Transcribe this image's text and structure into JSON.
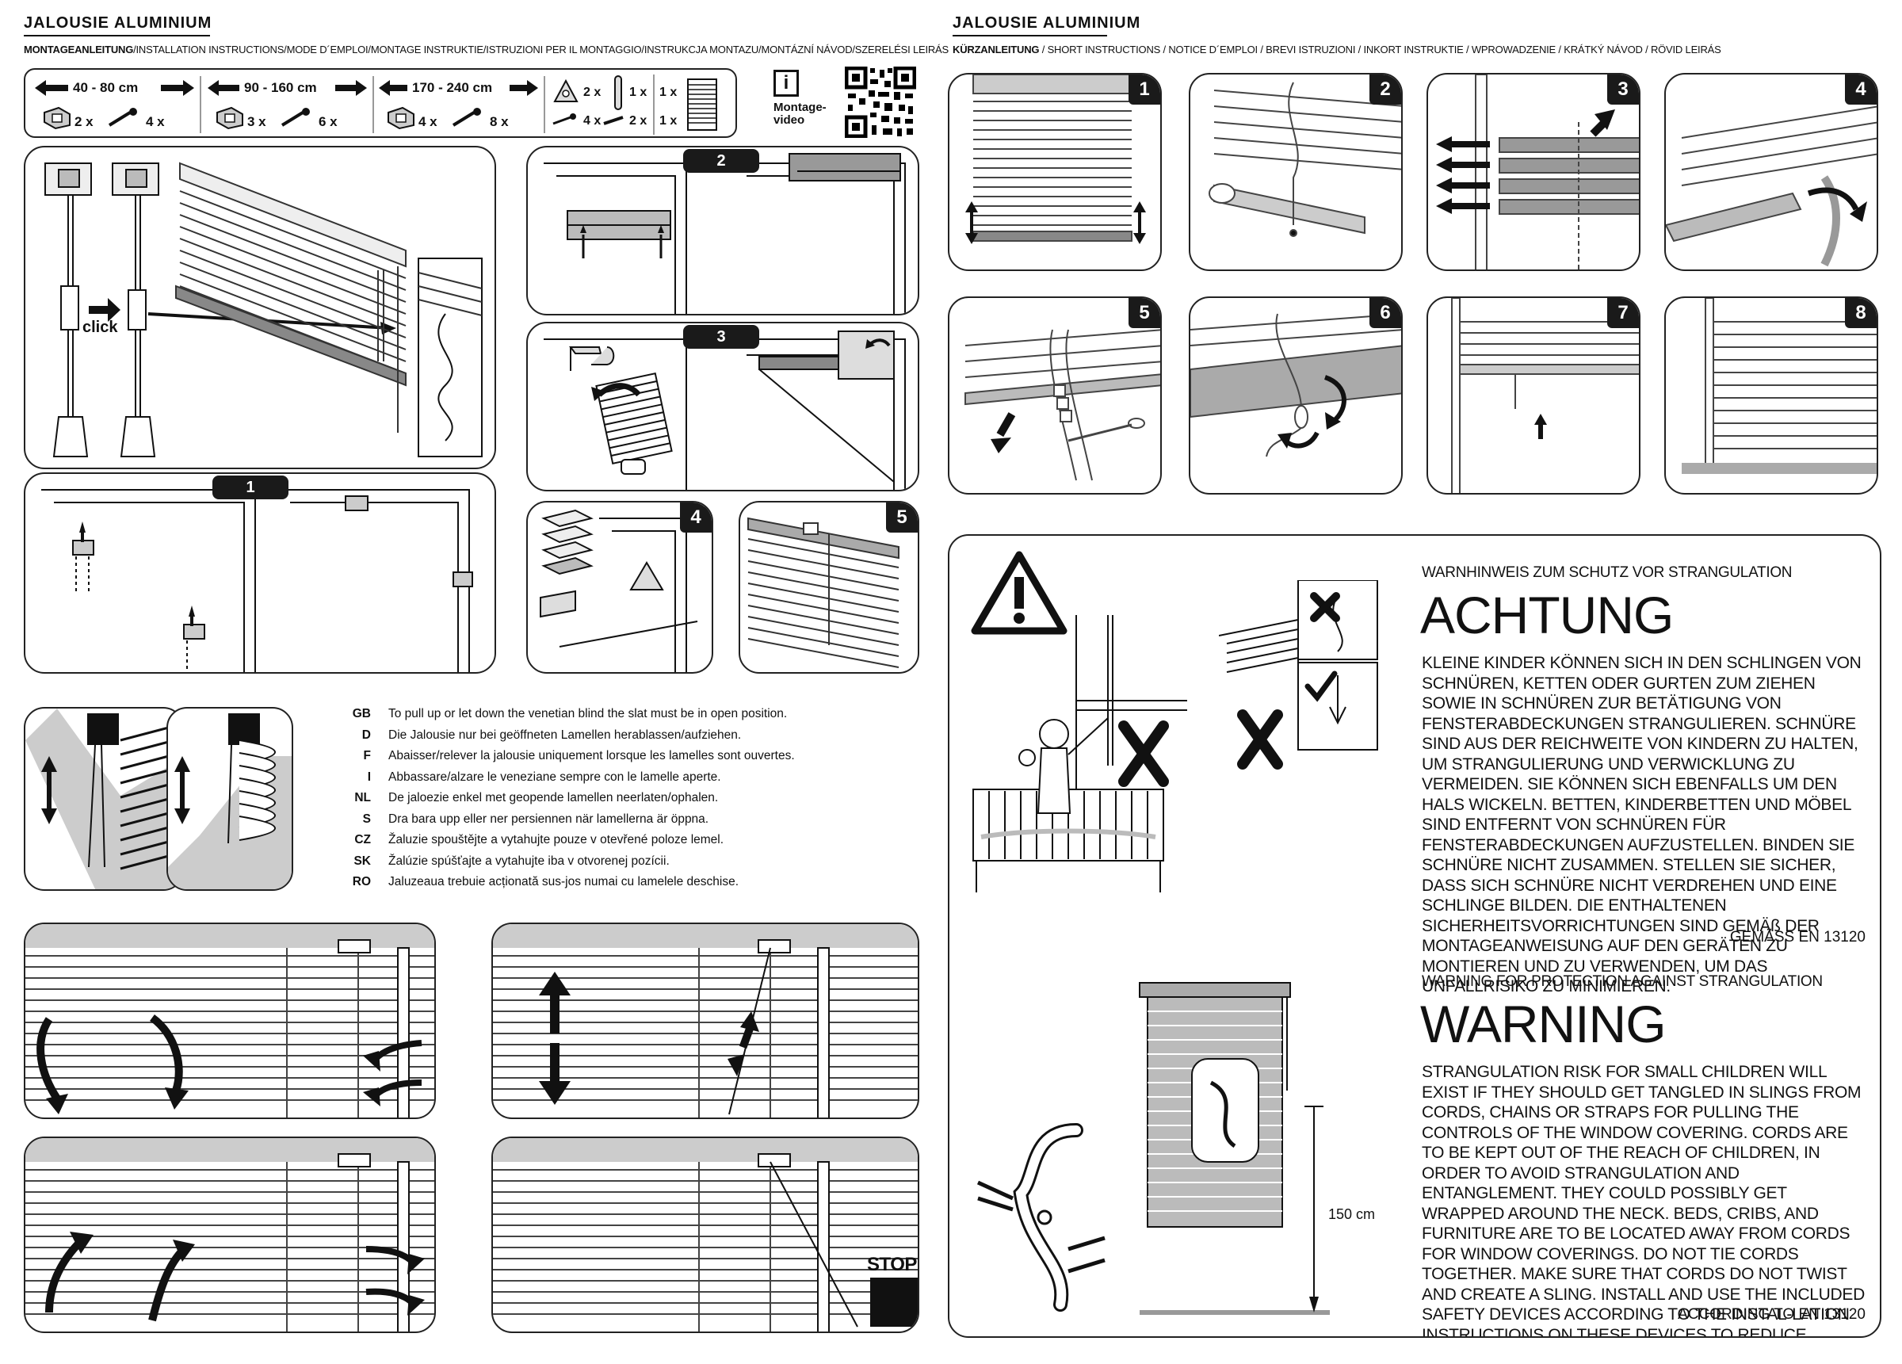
{
  "left": {
    "title": "JALOUSIE ALUMINIUM",
    "subtitle_bold": "MONTAGEANLEITUNG",
    "subtitle_rest": "/INSTALLATION INSTRUCTIONS/MODE D´EMPLOI/MONTAGE INSTRUKTIE/ISTRUZIONI PER IL MONTAGGIO/INSTRUKCJA MONTAZU/MONTÁZNÍ NÁVOD/SZERELÉSI LEIRÁS",
    "sizes": [
      {
        "range": "40 - 80 cm",
        "brackets": "2 x",
        "screws": "4 x"
      },
      {
        "range": "90 - 160 cm",
        "brackets": "3 x",
        "screws": "6 x"
      },
      {
        "range": "170 - 240 cm",
        "brackets": "4 x",
        "screws": "8 x"
      }
    ],
    "parts": {
      "a": "2 x",
      "b": "1 x",
      "c": "4 x",
      "d": "2 x",
      "e1": "1 x",
      "e2": "1 x"
    },
    "info_label": "Montage-\nvideo",
    "click_label": "click",
    "step_tabs": [
      "1",
      "2",
      "3",
      "4",
      "5"
    ],
    "languages": [
      {
        "code": "GB",
        "text": "To pull up or let down the venetian blind the slat must be in open position."
      },
      {
        "code": "D",
        "text": "Die Jalousie nur bei geöffneten Lamellen herablassen/aufziehen."
      },
      {
        "code": "F",
        "text": "Abaisser/relever la jalousie uniquement lorsque les lamelles sont ouvertes."
      },
      {
        "code": "I",
        "text": "Abbassare/alzare le veneziane sempre con le lamelle aperte."
      },
      {
        "code": "NL",
        "text": "De jaloezie enkel met geopende lamellen neerlaten/ophalen."
      },
      {
        "code": "S",
        "text": "Dra bara upp eller ner persiennen när lamellerna är öppna."
      },
      {
        "code": "CZ",
        "text": "Žaluzie spouštějte a vytahujte pouze v otevřené poloze lemel."
      },
      {
        "code": "SK",
        "text": "Žalúzie spúšťajte a vytahujte iba v otvorenej pozícii."
      },
      {
        "code": "RO",
        "text": "Jaluzeaua trebuie acționată sus-jos numai cu lamelele deschise."
      }
    ],
    "stop_label": "STOP"
  },
  "right": {
    "title": "JALOUSIE ALUMINIUM",
    "subtitle_bold": "KÜRZANLEITUNG",
    "subtitle_rest": " / SHORT INSTRUCTIONS / NOTICE D´EMPLOI / BREVI ISTRUZIONI / INKORT INSTRUKTIE / WPROWADZENIE / KRÁTKÝ NÁVOD / RÖVID LEIRÁS",
    "steps": [
      "1",
      "2",
      "3",
      "4",
      "5",
      "6",
      "7",
      "8"
    ],
    "warning_de": {
      "kicker": "WARNHINWEIS ZUM SCHUTZ VOR STRANGULATION",
      "heading": "ACHTUNG",
      "body": "KLEINE KINDER KÖNNEN SICH IN DEN SCHLINGEN VON SCHNÜREN, KETTEN ODER GURTEN ZUM ZIEHEN SOWIE IN SCHNÜREN ZUR BETÄTIGUNG VON FENSTERABDECKUNGEN STRANGULIEREN. SCHNÜRE SIND AUS DER REICHWEITE VON KINDERN ZU HALTEN, UM STRANGULIERUNG UND VERWICKLUNG ZU VERMEIDEN. SIE KÖNNEN SICH EBENFALLS UM DEN HALS WICKELN. BETTEN, KINDERBETTEN UND MÖBEL SIND ENTFERNT VON SCHNÜREN FÜR FENSTERABDECKUNGEN AUFZUSTELLEN. BINDEN SIE SCHNÜRE NICHT ZUSAMMEN. STELLEN SIE SICHER, DASS SICH SCHNÜRE NICHT VERDREHEN UND EINE SCHLINGE BILDEN. DIE ENTHALTENEN SICHERHEITSVORRICHTUNGEN SIND GEMÄß DER MONTAGEANWEISUNG AUF DEN GERÄTEN ZU MONTIEREN UND ZU VERWENDEN, UM DAS UNFALLRISIKO ZU MINIMIEREN.",
      "norm": "GEMÄSS EN 13120"
    },
    "warning_en": {
      "kicker": "WARNING FOR PROTECTION AGAINST STRANGULATION",
      "heading": "WARNING",
      "body": "STRANGULATION RISK FOR SMALL CHILDREN WILL EXIST IF THEY SHOULD GET TANGLED IN SLINGS FROM CORDS, CHAINS OR STRAPS FOR PULLING THE CONTROLS OF THE WINDOW COVERING. CORDS ARE TO BE KEPT OUT OF THE REACH OF CHILDREN, IN ORDER TO AVOID STRANGULATION AND ENTANGLEMENT. THEY COULD POSSIBLY GET WRAPPED AROUND THE NECK. BEDS, CRIBS, AND FURNITURE ARE TO BE LOCATED AWAY FROM CORDS FOR WINDOW COVERINGS. DO NOT TIE CORDS TOGETHER. MAKE SURE THAT CORDS DO NOT TWIST AND CREATE A SLING. INSTALL AND USE THE INCLUDED SAFETY DEVICES ACCORDING TO THE INSTAL-LATION INSTRUCTIONS ON THESE DEVICES TO REDUCE POSSIBILITY OF SUCH AN ACCIDENT.",
      "norm": "ACCORDING TO EN 13120"
    },
    "height_label": "150 cm"
  }
}
